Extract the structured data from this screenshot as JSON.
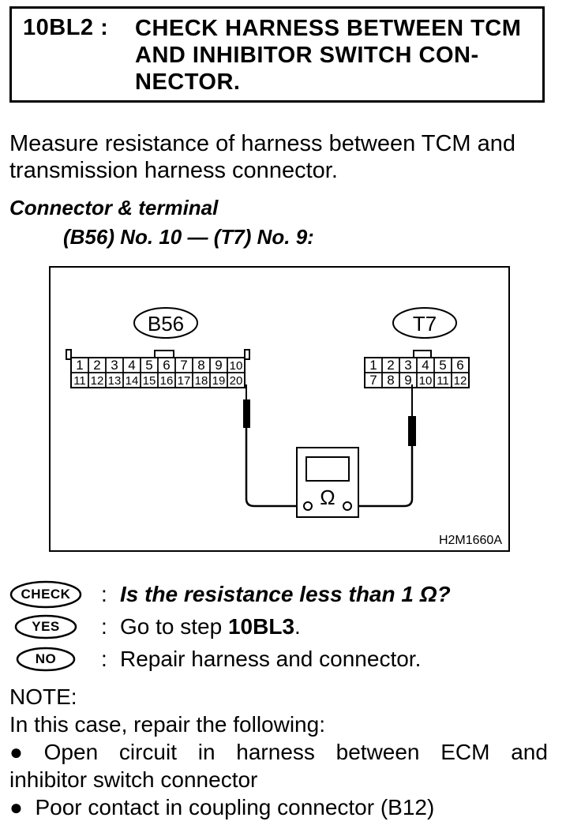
{
  "header": {
    "step_id": "10BL2 :",
    "title_lines": [
      "CHECK HARNESS BETWEEN TCM",
      "AND INHIBITOR SWITCH CON-",
      "NECTOR."
    ]
  },
  "intro": {
    "lines": [
      "Measure resistance of harness between TCM and",
      "transmission harness connector."
    ]
  },
  "connector": {
    "heading": "Connector & terminal",
    "spec": "(B56) No. 10 — (T7) No. 9:"
  },
  "diagram": {
    "left_connector": "B56",
    "right_connector": "T7",
    "left_row1": [
      "1",
      "2",
      "3",
      "4",
      "5",
      "6",
      "7",
      "8",
      "9",
      "10"
    ],
    "left_row2": [
      "11",
      "12",
      "13",
      "14",
      "15",
      "16",
      "17",
      "18",
      "19",
      "20"
    ],
    "right_row1": [
      "1",
      "2",
      "3",
      "4",
      "5",
      "6"
    ],
    "right_row2": [
      "7",
      "8",
      "9",
      "10",
      "11",
      "12"
    ],
    "meter_symbol": "Ω",
    "figure_code": "H2M1660A"
  },
  "checks": [
    {
      "badge": "CHECK",
      "colon": ":",
      "text": "Is the resistance less than 1 Ω?"
    },
    {
      "badge": "YES",
      "colon": ":",
      "text_prefix": "Go to step ",
      "text_bold": "10BL3",
      "text_suffix": "."
    },
    {
      "badge": "NO",
      "colon": ":",
      "text": "Repair harness and connector."
    }
  ],
  "note": {
    "label": "NOTE:",
    "intro": "In this case, repair the following:",
    "bullet_symbol": "●",
    "item1_words": [
      "Open",
      "circuit",
      "in",
      "harness",
      "between",
      "ECM",
      "and"
    ],
    "item1_cont": "inhibitor switch connector",
    "item2": "Poor contact in coupling connector (B12)"
  }
}
